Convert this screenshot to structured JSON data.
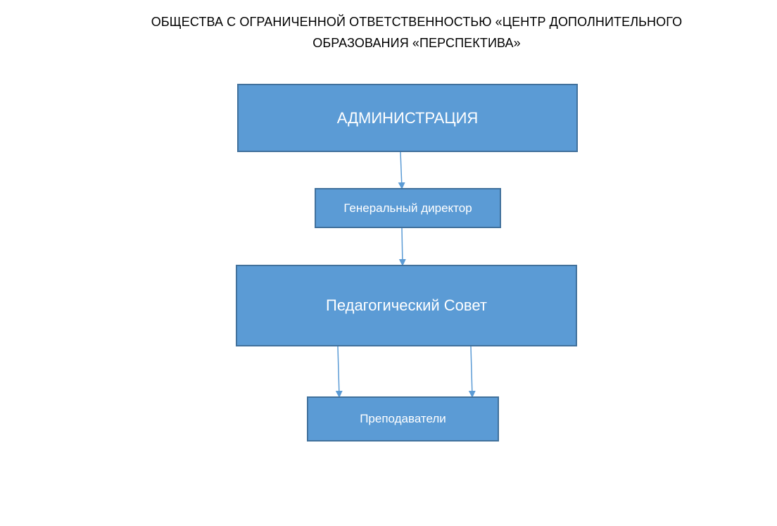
{
  "title": {
    "line1": "ОБЩЕСТВА С ОГРАНИЧЕННОЙ ОТВЕТСТВЕННОСТЬЮ «ЦЕНТР ДОПОЛНИТЕЛЬНОГО",
    "line2": "ОБРАЗОВАНИЯ «ПЕРСПЕКТИВА»"
  },
  "nodes": {
    "administration": "АДМИНИСТРАЦИЯ",
    "general_director": "Генеральный директор",
    "pedagogical_council": "Педагогический Совет",
    "teachers": "Преподаватели"
  },
  "edges": [
    {
      "from": "administration",
      "to": "general_director"
    },
    {
      "from": "general_director",
      "to": "pedagogical_council"
    },
    {
      "from": "pedagogical_council",
      "to": "teachers"
    },
    {
      "from": "pedagogical_council",
      "to": "teachers"
    }
  ],
  "colors": {
    "box_fill": "#5b9bd5",
    "box_border": "#41719c",
    "box_text": "#ffffff",
    "arrow": "#5b9bd5"
  }
}
